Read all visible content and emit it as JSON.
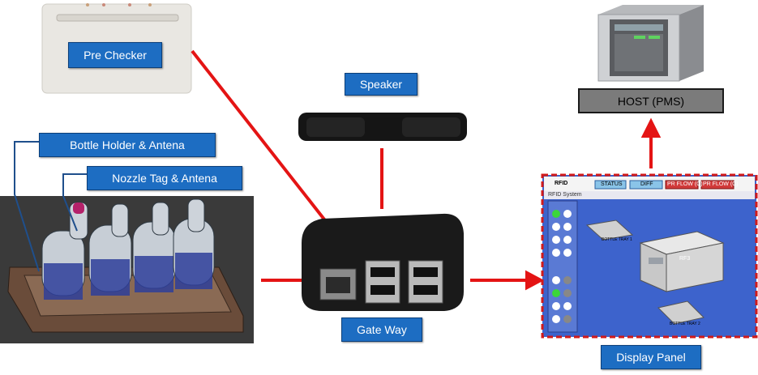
{
  "labels": {
    "pre_checker": "Pre Checker",
    "bottle_holder": "Bottle Holder & Antena",
    "nozzle_tag": "Nozzle Tag & Antena",
    "speaker": "Speaker",
    "gateway": "Gate Way",
    "display_panel": "Display Panel",
    "host": "HOST (PMS)"
  },
  "panel": {
    "logo": "RFID",
    "system": "RFID System",
    "tabs": [
      "STATUS",
      "DIFF",
      "PR FLOW (C)",
      "PR FLOW (C)"
    ],
    "machine": "RF3",
    "tray_top": "BOTTLE TRAY 1",
    "tray_bottom": "BOTTLE TRAY 2"
  },
  "colors": {
    "label_bg": "#1d6dc2",
    "connector": "#e41414",
    "host_bg": "#7b7b7b",
    "panel_bg": "#3d63cc"
  }
}
